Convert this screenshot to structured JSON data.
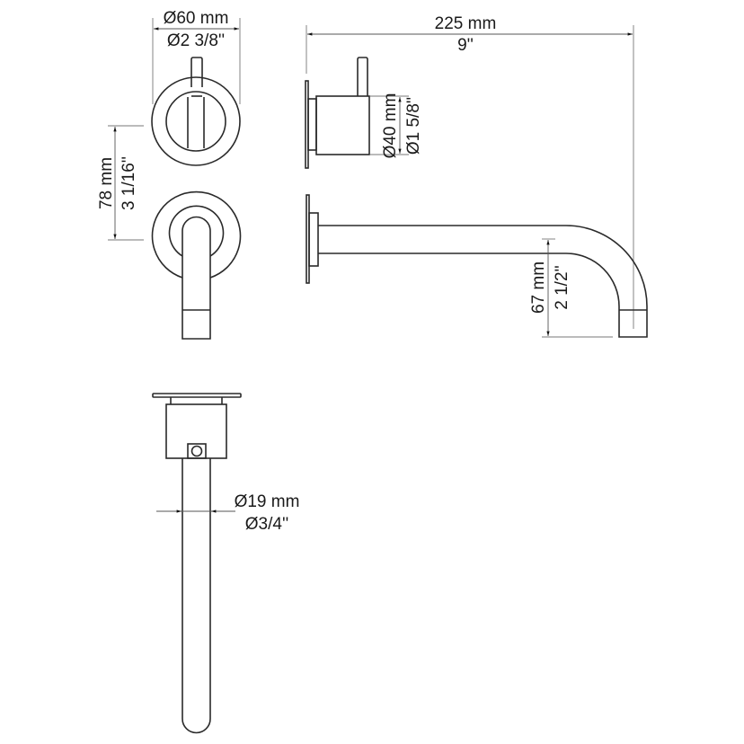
{
  "drawing": {
    "title": "Wall-mounted basin mixer technical drawing",
    "colors": {
      "line": "#2a2a2a",
      "dimension": "#555555",
      "text": "#1a1a1a",
      "background": "#ffffff"
    },
    "dimensions": {
      "handle_diameter": {
        "metric": "Ø60 mm",
        "imperial": "Ø2 3/8''"
      },
      "spacing": {
        "metric": "78 mm",
        "imperial": "3 1/16''"
      },
      "total_projection": {
        "metric": "225 mm",
        "imperial": "9''"
      },
      "body_diameter": {
        "metric": "Ø40 mm",
        "imperial": "Ø1 5/8''"
      },
      "spout_drop": {
        "metric": "67 mm",
        "imperial": "2 1/2''"
      },
      "spout_diameter": {
        "metric": "Ø19 mm",
        "imperial": "Ø3/4''"
      }
    },
    "views": [
      {
        "name": "front-view",
        "label": ""
      },
      {
        "name": "side-view",
        "label": ""
      },
      {
        "name": "top-view",
        "label": ""
      }
    ]
  }
}
